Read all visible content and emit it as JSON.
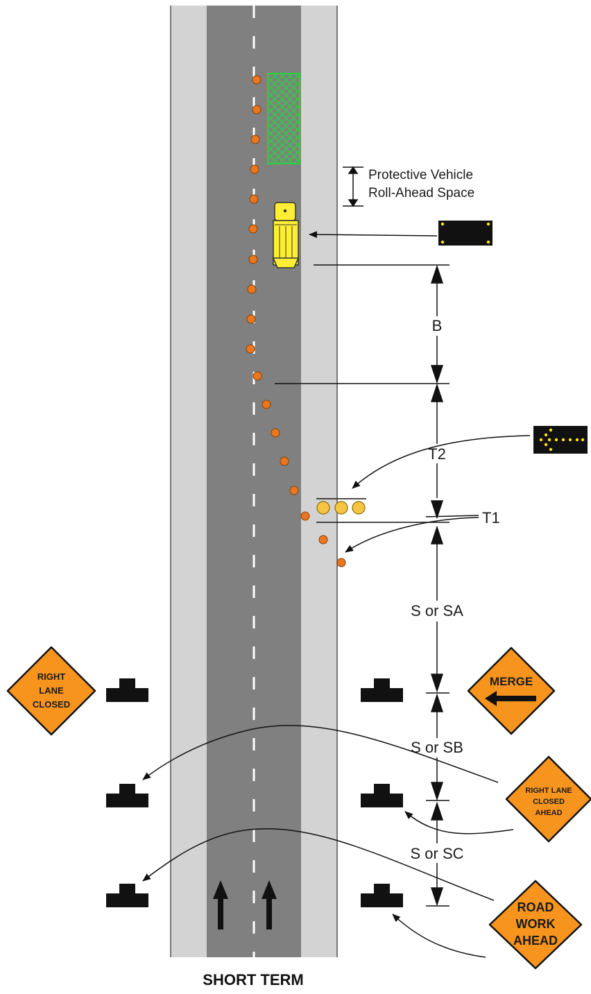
{
  "title": "SHORT TERM",
  "labels": {
    "roll_ahead_line1": "Protective Vehicle",
    "roll_ahead_line2": "Roll-Ahead Space",
    "buffer": "B",
    "taper2": "T2",
    "taper1": "T1",
    "spacing_a": "S or SA",
    "spacing_b": "S or SB",
    "spacing_c": "S or SC"
  },
  "signs": {
    "right_lane_closed": [
      "RIGHT",
      "LANE",
      "CLOSED"
    ],
    "merge": "MERGE",
    "right_lane_closed_ahead": [
      "RIGHT LANE",
      "CLOSED",
      "AHEAD"
    ],
    "road_work_ahead": [
      "ROAD",
      "WORK",
      "AHEAD"
    ]
  },
  "colors": {
    "shoulder": "#d3d3d3",
    "lane": "#808080",
    "cone": "#e87722",
    "sign_orange": "#f7941d",
    "work_area": "#2ecc40",
    "truck": "#ffee33",
    "flasher": "#f5c542",
    "arrow_board_light": "#ffe400"
  },
  "icons": [
    "traffic-cone-icon",
    "protective-truck-icon",
    "arrow-board-icon",
    "flashing-panel-icon",
    "sign-support-icon",
    "direction-arrow-icon"
  ]
}
